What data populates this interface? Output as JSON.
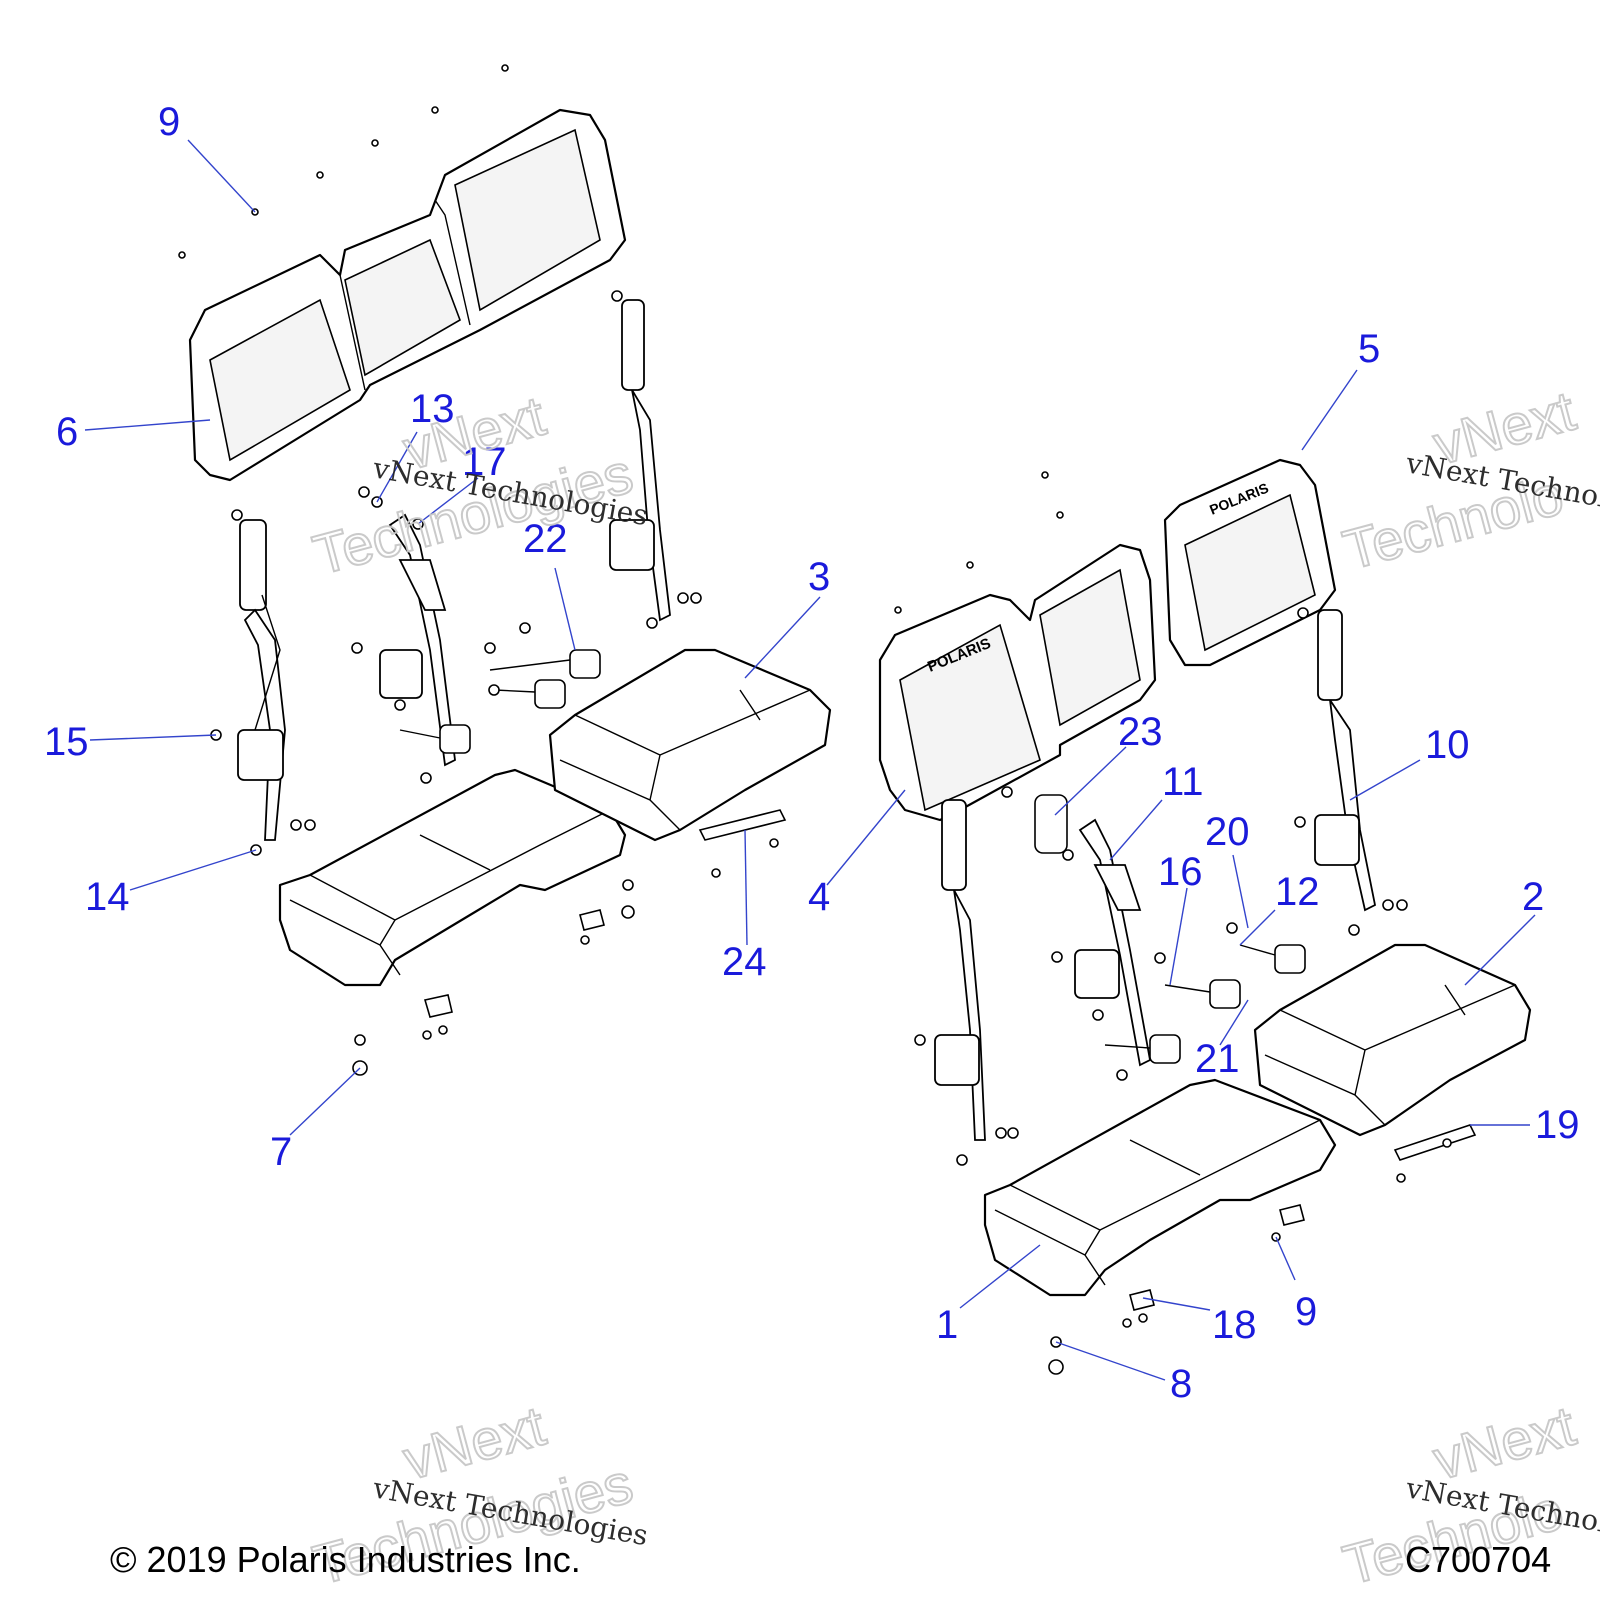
{
  "diagram": {
    "callouts": [
      "1",
      "2",
      "3",
      "4",
      "5",
      "6",
      "7",
      "8",
      "9",
      "9",
      "10",
      "11",
      "12",
      "13",
      "14",
      "15",
      "16",
      "17",
      "18",
      "19",
      "20",
      "21",
      "22",
      "23",
      "24"
    ],
    "brand_mark": "POLARIS",
    "watermark": {
      "serif_text": "vNext Technologies",
      "outline_top": "vNext",
      "outline_bottom": "Technologies",
      "outline_bottom_clipped": "Technolo"
    },
    "footer": {
      "copyright": "© 2019 Polaris Industries Inc.",
      "code": "C700704"
    },
    "colors": {
      "callout": "#1a1adb",
      "line": "#000000",
      "leader": "#3344cc",
      "watermark": "#c8c8c8"
    }
  }
}
